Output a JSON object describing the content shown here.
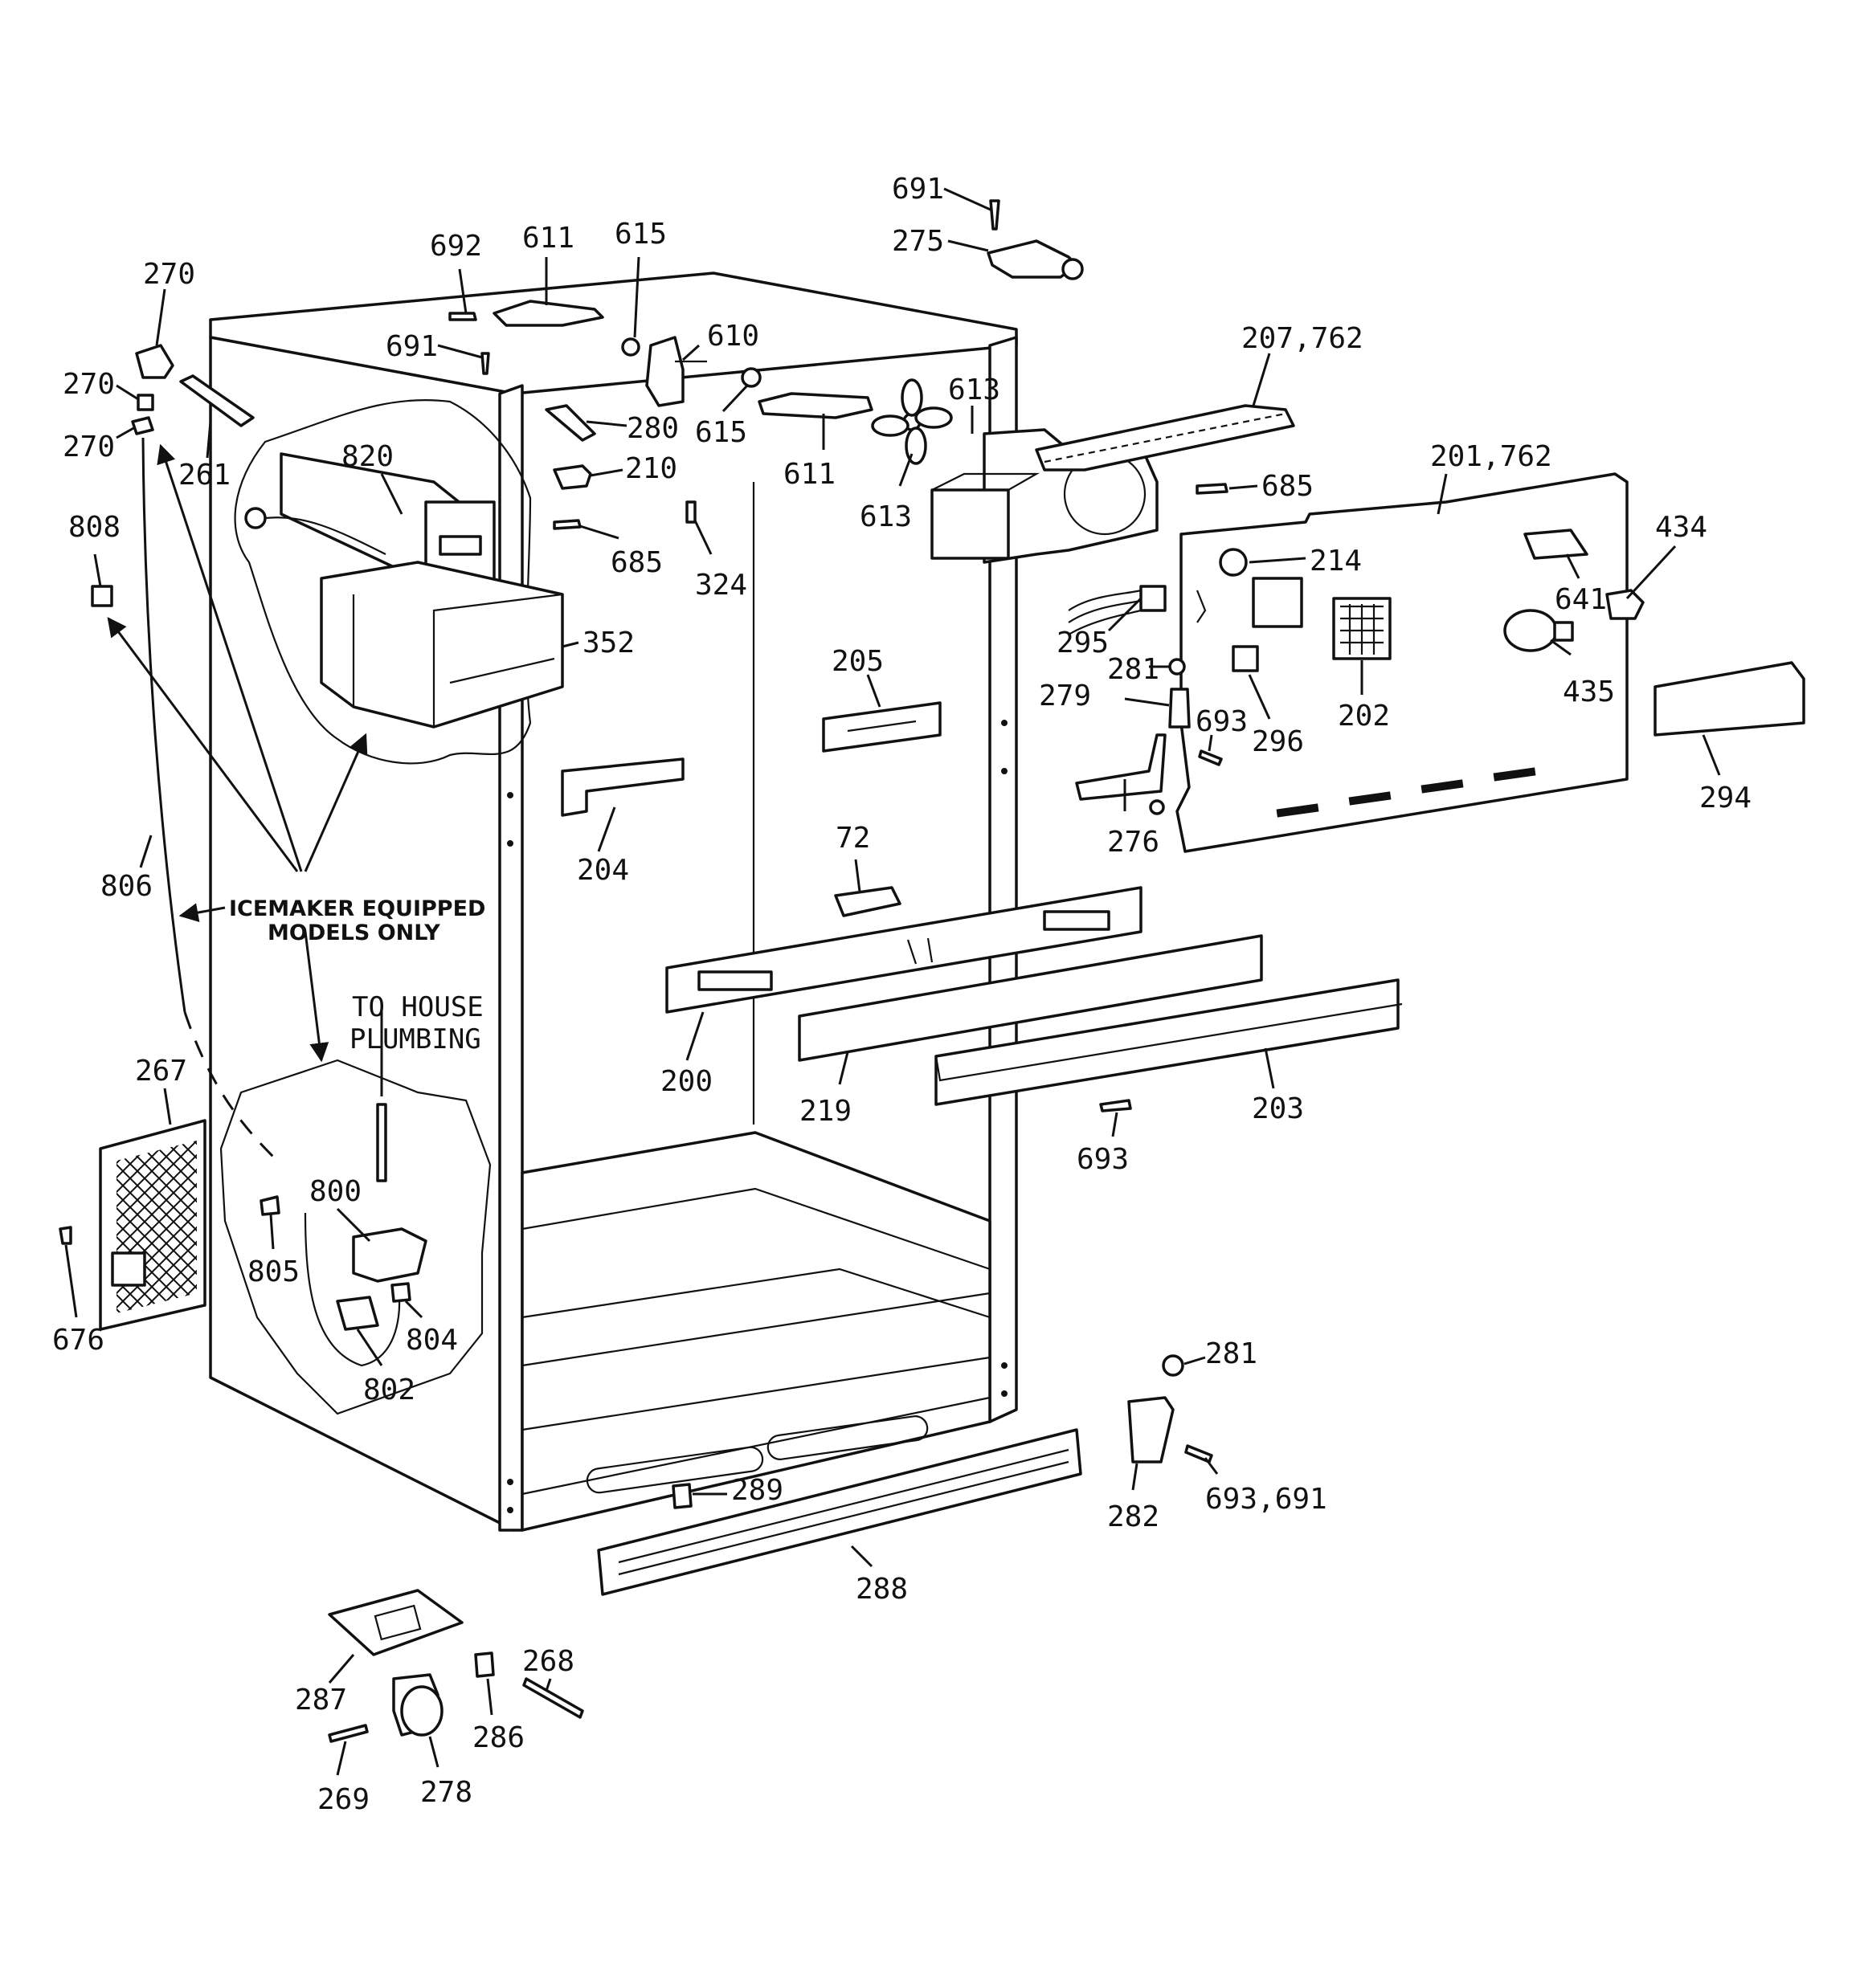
{
  "labels": [
    "691",
    "275",
    "692",
    "611",
    "615",
    "270",
    "610",
    "207,762",
    "691",
    "613",
    "270",
    "280",
    "615",
    "611",
    "270",
    "820",
    "210",
    "261",
    "685",
    "201,762",
    "613",
    "808",
    "685",
    "324",
    "434",
    "214",
    "641",
    "352",
    "295",
    "281",
    "205",
    "279",
    "693",
    "435",
    "202",
    "296",
    "294",
    "276",
    "204",
    "72",
    "806",
    "200",
    "219",
    "203",
    "693",
    "267",
    "800",
    "805",
    "676",
    "804",
    "802",
    "281",
    "289",
    "693,691",
    "282",
    "288",
    "268",
    "287",
    "286",
    "269",
    "278"
  ],
  "note": {
    "line1": "ICEMAKER EQUIPPED",
    "line2": "MODELS ONLY"
  },
  "plumbing": {
    "line1": "TO HOUSE",
    "line2": "PLUMBING"
  }
}
